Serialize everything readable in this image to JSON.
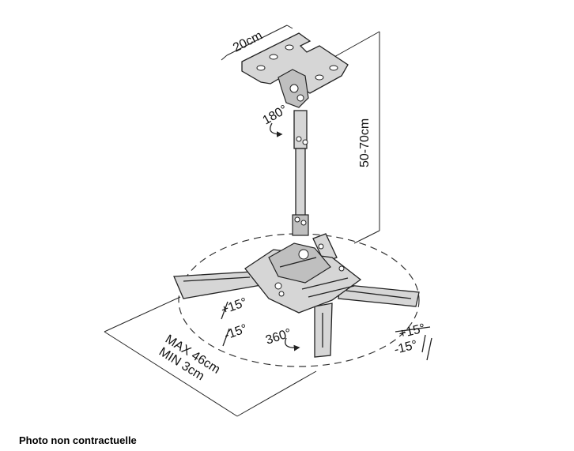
{
  "labels": {
    "width": "20cm",
    "height": "50-70cm",
    "rotate_top": "180°",
    "rotate_bottom": "360°",
    "tilt_left_plus": "+15°",
    "tilt_left_minus": "-15°",
    "tilt_right_plus": "+15°",
    "tilt_right_minus": "-15°",
    "arm_max": "MAX 46cm",
    "arm_min": "MIN  3cm"
  },
  "caption": "Photo non contractuelle"
}
